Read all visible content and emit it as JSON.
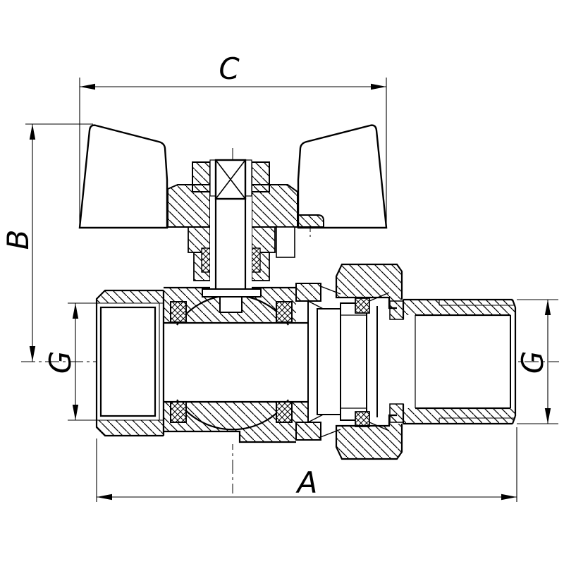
{
  "drawing": {
    "kind": "technical-sectional-drawing",
    "subject": "ball-valve-with-butterfly-handle-and-union-nut",
    "dimension_labels": {
      "overall_length": "A",
      "handle_height": "B",
      "handle_width": "C",
      "left_thread": "G",
      "right_thread": "G"
    },
    "colors": {
      "line": "#000000",
      "background": "#ffffff"
    }
  }
}
